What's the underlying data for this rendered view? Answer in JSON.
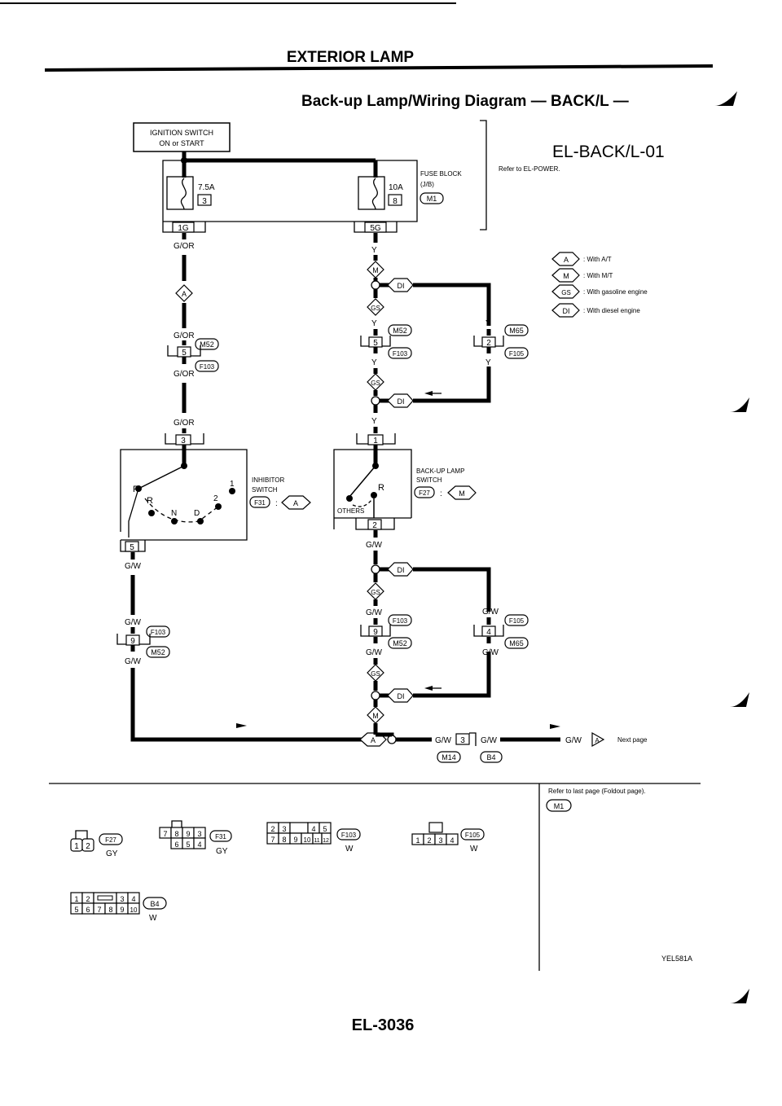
{
  "header": {
    "section_title": "EXTERIOR LAMP",
    "diagram_title": "Back-up Lamp/Wiring Diagram — BACK/L —",
    "diagram_code": "EL-BACK/L-01",
    "page_number": "EL-3036",
    "image_code": "YEL581A"
  },
  "ignition": {
    "line1": "IGNITION SWITCH",
    "line2": "ON or START"
  },
  "fuse_block": {
    "label1": "FUSE BLOCK",
    "label2": "(J/B)",
    "connector": "M1",
    "power_ref": "Refer to EL-POWER."
  },
  "fuses": {
    "f1_amp": "7.5A",
    "f1_num": "3",
    "f2_amp": "10A",
    "f2_num": "8"
  },
  "terminals": {
    "t1G": "1G",
    "t5G": "5G",
    "t5": "5",
    "t3": "3",
    "t1": "1",
    "t2": "2",
    "t9": "9",
    "t4": "4",
    "t3b": "3"
  },
  "wires": {
    "g_or": "G/OR",
    "y": "Y",
    "g_w": "G/W"
  },
  "connectors": {
    "M52": "M52",
    "F103": "F103",
    "M65": "M65",
    "F105": "F105",
    "F27": "F27",
    "F31": "F31",
    "M14": "M14",
    "B4": "B4",
    "M1": "M1"
  },
  "conditions": {
    "A": "A",
    "M": "M",
    "GS": "GS",
    "DI": "DI"
  },
  "legend": [
    {
      "code": "A",
      "text": ": With A/T"
    },
    {
      "code": "M",
      "text": ": With M/T"
    },
    {
      "code": "GS",
      "text": ": With gasoline engine"
    },
    {
      "code": "DI",
      "text": ": With diesel engine"
    }
  ],
  "inhibitor": {
    "label1": "INHIBITOR",
    "label2": "SWITCH",
    "conn": "F31",
    "cond": "A",
    "P": "P",
    "R": "R",
    "N": "N",
    "D": "D",
    "one": "1",
    "two": "2"
  },
  "backup_switch": {
    "label1": "BACK-UP LAMP",
    "label2": "SWITCH",
    "conn": "F27",
    "cond": "M",
    "R": "R",
    "others": "OTHERS"
  },
  "next_page": {
    "text": "Next page",
    "cond": "A"
  },
  "refer_last": {
    "text": "Refer to last page (Foldout page).",
    "conn": "M1"
  },
  "connector_views": [
    {
      "id": "F27",
      "color": "GY",
      "pins": [
        "1",
        "2"
      ]
    },
    {
      "id": "F31",
      "color": "GY",
      "pins": [
        "7",
        "8",
        "9",
        "3",
        "6",
        "5",
        "4"
      ]
    },
    {
      "id": "F103",
      "color": "W",
      "pins": [
        "2",
        "3",
        "4",
        "5",
        "7",
        "8",
        "9",
        "10",
        "11",
        "12"
      ]
    },
    {
      "id": "F105",
      "color": "W",
      "pins": [
        "1",
        "2",
        "3",
        "4"
      ]
    },
    {
      "id": "B4",
      "color": "W",
      "pins": [
        "1",
        "2",
        "3",
        "4",
        "5",
        "6",
        "7",
        "8",
        "9",
        "10"
      ]
    }
  ]
}
